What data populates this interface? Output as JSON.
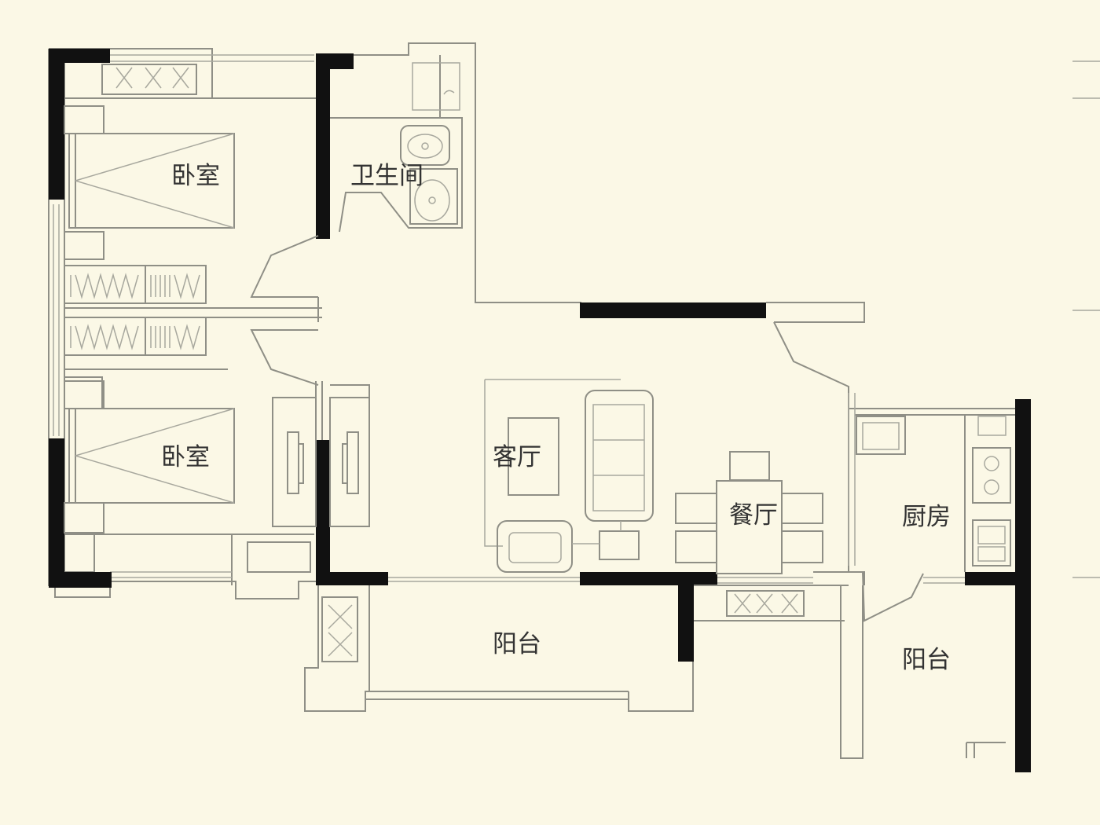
{
  "rooms": {
    "bedroom_top": "卧室",
    "bathroom": "卫生间",
    "bedroom_bottom": "卧室",
    "living_room": "客厅",
    "dining_room": "餐厅",
    "kitchen": "厨房",
    "balcony_main": "阳台",
    "balcony_kitchen": "阳台"
  },
  "colors": {
    "background": "#fbf8e6",
    "line": "#8f8f86",
    "wall": "#111111",
    "label": "#333333"
  }
}
